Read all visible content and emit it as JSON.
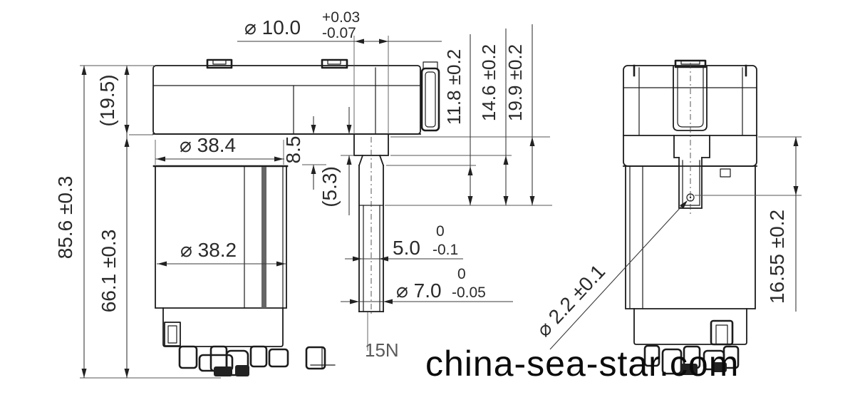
{
  "drawing": {
    "watermark": "china-sea-star.com",
    "force_label": "15N",
    "dims": {
      "d10": {
        "label": "⌀ 10.0",
        "tol_plus": "+0.03",
        "tol_minus": "-0.07"
      },
      "d38_4": {
        "label": "⌀ 38.4"
      },
      "d38_2": {
        "label": "⌀ 38.2"
      },
      "w5_0": {
        "label": "5.0",
        "tol_plus": "0",
        "tol_minus": "-0.1"
      },
      "d7_0": {
        "label": "⌀ 7.0",
        "tol_plus": "0",
        "tol_minus": "-0.05"
      },
      "d2_2": {
        "label": "⌀ 2.2 ±0.1"
      },
      "h19_5": {
        "label": "(19.5)"
      },
      "h85_6": {
        "label": "85.6 ±0.3"
      },
      "h66_1": {
        "label": "66.1 ±0.3"
      },
      "h8_5": {
        "label": "8.5"
      },
      "h5_3": {
        "label": "(5.3)"
      },
      "h11_8": {
        "label": "11.8 ±0.2"
      },
      "h14_6": {
        "label": "14.6 ±0.2"
      },
      "h19_9": {
        "label": "19.9 ±0.2"
      },
      "h16_55": {
        "label": "16.55 ±0.2"
      }
    },
    "colors": {
      "outline": "#1c1c1c",
      "dimension": "#3a3a3a",
      "watermark": "#0b0b0b",
      "background": "#ffffff"
    }
  }
}
